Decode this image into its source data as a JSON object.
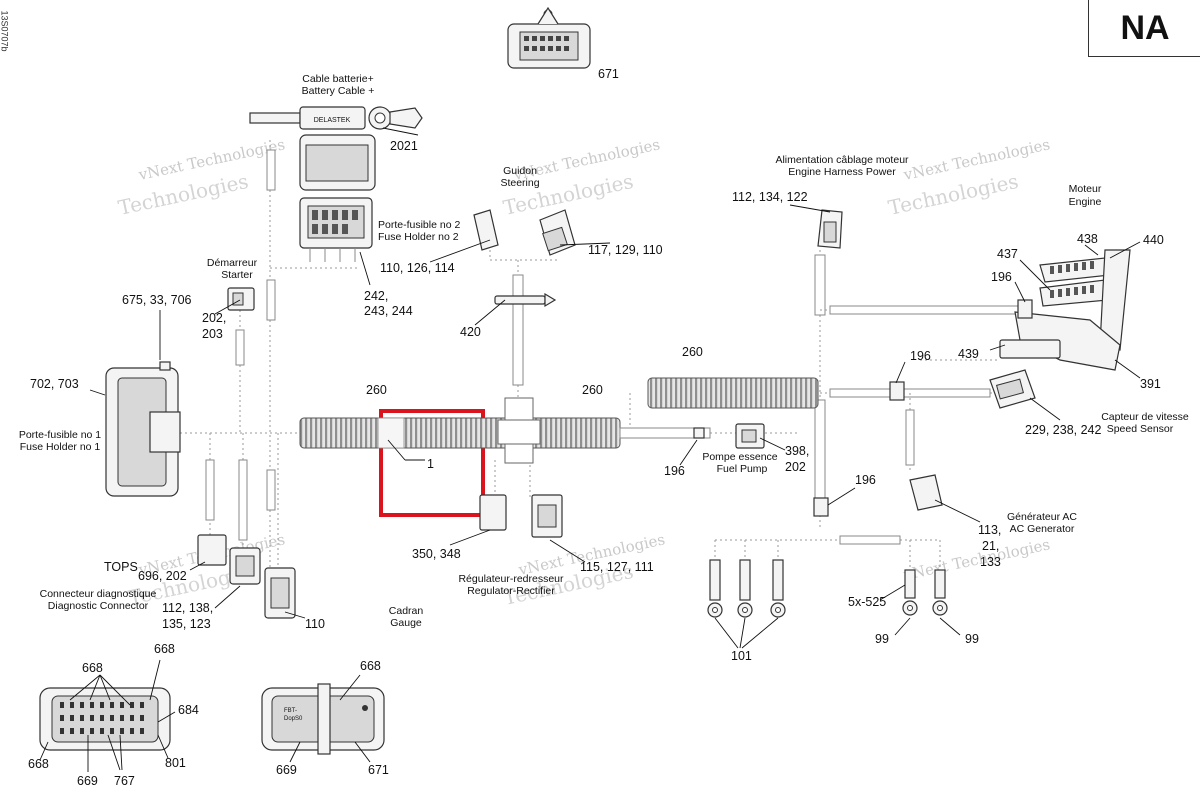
{
  "header": {
    "region_badge": "NA",
    "ref_code": "13S0707b"
  },
  "watermark": {
    "line1": "vNext Technologies",
    "line2": "Technologies"
  },
  "labels": {
    "battery_cable": [
      "Cable batterie+",
      "Battery Cable +"
    ],
    "delastek": "DELASTEK",
    "fuse_holder_2": [
      "Porte-fusible no 2",
      "Fuse Holder no 2"
    ],
    "starter": [
      "Démarreur",
      "Starter"
    ],
    "steering": [
      "Guidon",
      "Steering"
    ],
    "engine_harness_power": [
      "Alimentation câblage moteur",
      "Engine Harness Power"
    ],
    "engine": [
      "Moteur",
      "Engine"
    ],
    "fuse_holder_1": [
      "Porte-fusible no 1",
      "Fuse Holder no 1"
    ],
    "fuel_pump": [
      "Pompe essence",
      "Fuel Pump"
    ],
    "speed_sensor": [
      "Capteur de vitesse",
      "Speed Sensor"
    ],
    "ac_generator": [
      "Générateur AC",
      "AC Generator"
    ],
    "regulator": [
      "Régulateur-redresseur",
      "Regulator-Rectifier"
    ],
    "diagnostic_connector": [
      "Connecteur diagnostique",
      "Diagnostic Connector"
    ],
    "gauge": [
      "Cadran",
      "Gauge"
    ],
    "tops": "TOPS",
    "connector_tag": [
      "FBT-",
      "DopS0"
    ]
  },
  "callouts": {
    "c671_top": "671",
    "c2021": "2021",
    "c110_126_114": "110, 126, 114",
    "c117_129_110": "117, 129, 110",
    "c112_134_122": "112, 134, 122",
    "c242_a": "242,",
    "c242_b": "243, 244",
    "c438": "438",
    "c440": "440",
    "c437": "437",
    "c196_engine": "196",
    "c675": "675, 33, 706",
    "c202_a": "202,",
    "c202_b": "203",
    "c420": "420",
    "c260_right": "260",
    "c196_mid": "196",
    "c439": "439",
    "c391": "391",
    "c702": "702, 703",
    "c260_left": "260",
    "c260_center": "260",
    "c1": "1",
    "c196_pump": "196",
    "c398_a": "398,",
    "c398_b": "202",
    "c229": "229, 238, 242",
    "c196_low": "196",
    "c113_a": "113,",
    "c113_b": "21,",
    "c113_c": "133",
    "c350": "350, 348",
    "c115": "115, 127, 111",
    "c696": "696, 202",
    "c112_138_a": "112, 138,",
    "c112_138_b": "135, 123",
    "c110_low": "110",
    "c5x525": "5x-525",
    "c99_a": "99",
    "c99_b": "99",
    "c101": "101",
    "c668_a": "668",
    "c668_b": "668",
    "c668_c": "668",
    "c668_d": "668",
    "c684": "684",
    "c801": "801",
    "c669_a": "669",
    "c767": "767",
    "c669_b": "669",
    "c671_bottom": "671"
  },
  "colors": {
    "highlight": "#d9141c",
    "line": "#111111",
    "wire": "#9a9a9a"
  }
}
